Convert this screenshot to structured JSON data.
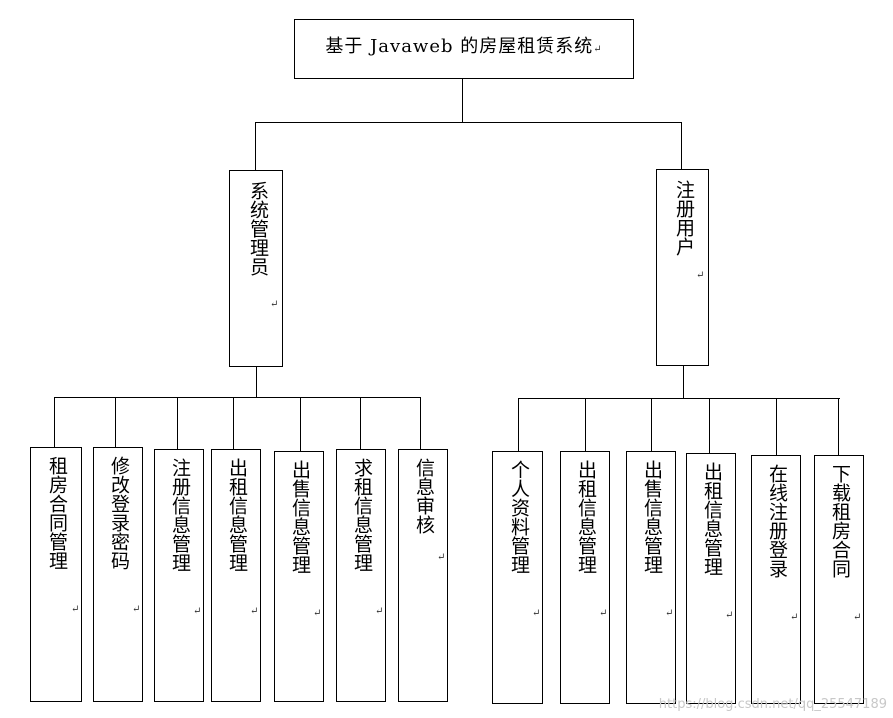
{
  "root": {
    "label": "基于 Javaweb 的房屋租赁系统",
    "mark": "↵"
  },
  "branches": [
    {
      "label": "系统管理员",
      "mark": "↵",
      "children": [
        {
          "label": "租房合同管理"
        },
        {
          "label": "修改登录密码"
        },
        {
          "label": "注册信息管理"
        },
        {
          "label": "出租信息管理"
        },
        {
          "label": "出售信息管理"
        },
        {
          "label": "求租信息管理"
        },
        {
          "label": "信息审核"
        }
      ]
    },
    {
      "label": "注册用户",
      "mark": "↵",
      "children": [
        {
          "label": "个人资料管理"
        },
        {
          "label": "出租信息管理"
        },
        {
          "label": "出售信息管理"
        },
        {
          "label": "出租信息管理"
        },
        {
          "label": "在线注册登录"
        },
        {
          "label": "下载租房合同"
        }
      ]
    }
  ],
  "watermark": "https://blog.csdn.net/qq_25547189"
}
